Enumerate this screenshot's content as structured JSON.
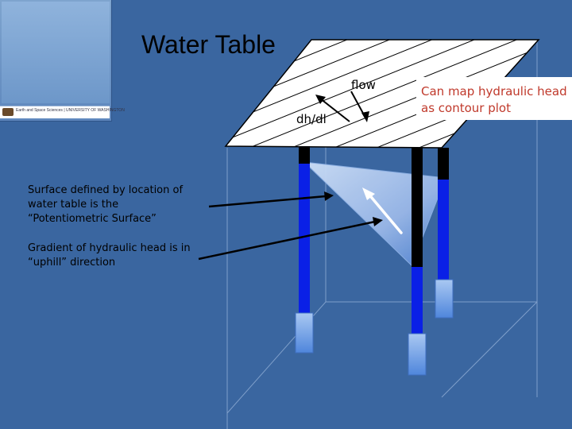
{
  "title": "Water Table",
  "labels": {
    "flow": "flow",
    "gradient": "dh/dl"
  },
  "callout": {
    "line1": "Can map hydraulic head",
    "line2": "as contour plot"
  },
  "notes": {
    "surface": "Surface defined by location of water table is the “Potentiometric Surface”",
    "gradient": "Gradient of hydraulic head is in “uphill” direction"
  },
  "logo": {
    "text": "Earth and Space Sciences | UNIVERSITY OF WASHINGTON"
  },
  "colors": {
    "background": "#3a66a0",
    "well_water": "#0a20e6",
    "well_casing": "#000000",
    "callout_text": "#c0392b",
    "potentiometric_surface": "#9ab8e8"
  }
}
